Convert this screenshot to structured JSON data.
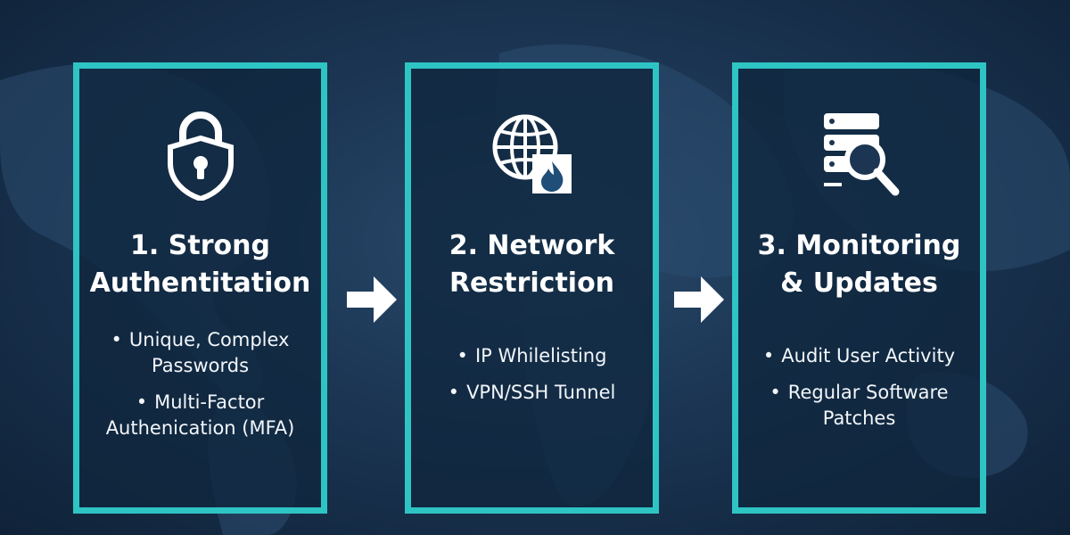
{
  "panels": [
    {
      "icon": "padlock-shield-icon",
      "title": "1. Strong\nAuthentitation",
      "bullets": [
        "Unique, Complex\nPasswords",
        "Multi-Factor\nAuthenication (MFA)"
      ]
    },
    {
      "icon": "globe-firewall-icon",
      "title": "2. Network\nRestriction",
      "bullets": [
        "IP Whilelisting",
        "VPN/SSH Tunnel"
      ]
    },
    {
      "icon": "server-magnifier-icon",
      "title": "3. Monitoring\n& Updates",
      "bullets": [
        "Audit User Activity",
        "Regular Software\nPatches"
      ]
    }
  ],
  "colors": {
    "accent": "#2ec4c4",
    "background": "#1b3553",
    "text": "#ffffff"
  }
}
